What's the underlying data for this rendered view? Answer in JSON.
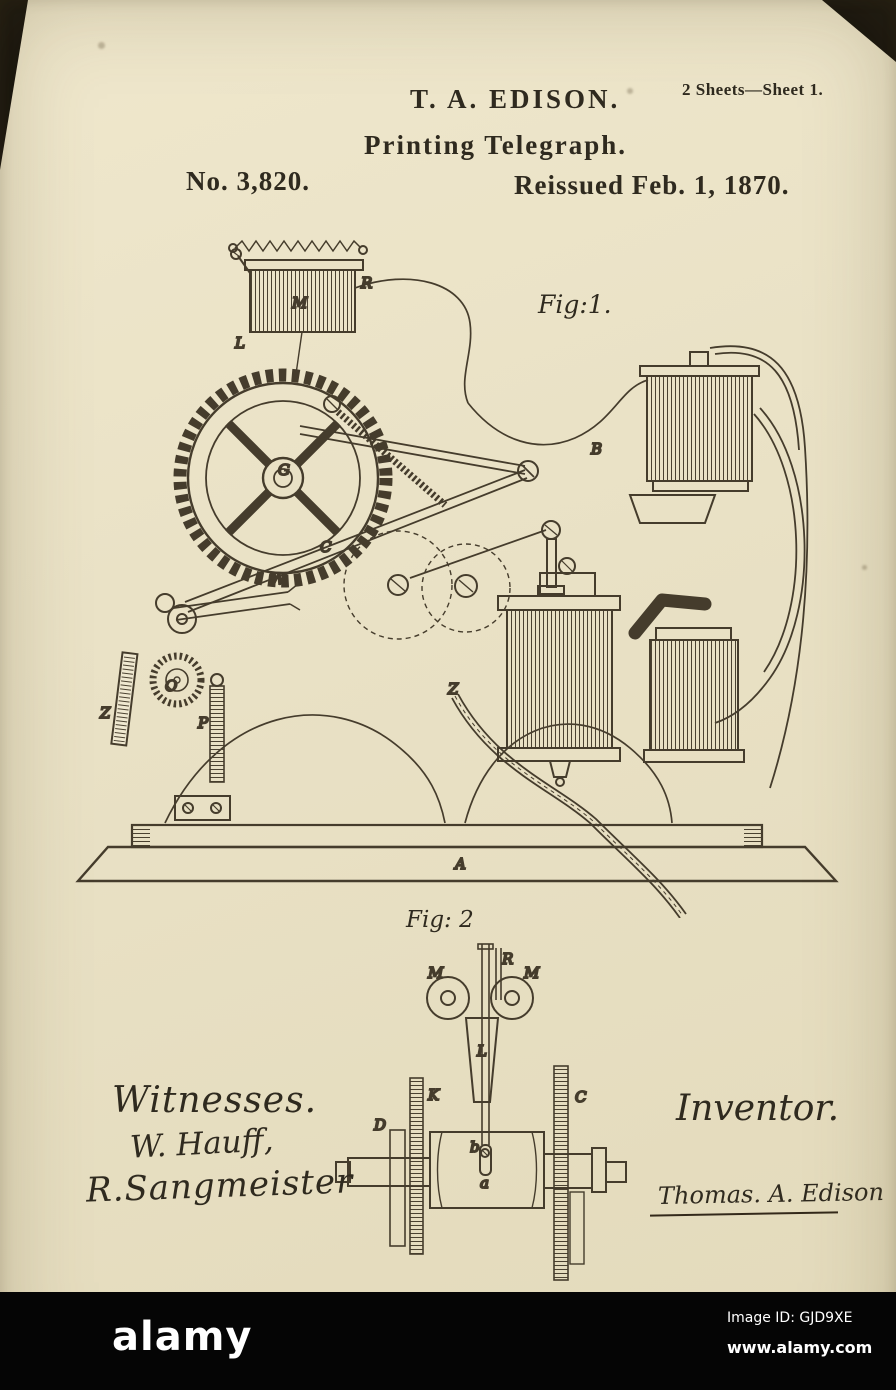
{
  "document": {
    "sheet_note": "2 Sheets—Sheet 1.",
    "author": "T. A. EDISON.",
    "title": "Printing Telegraph.",
    "patent_number": "No. 3,820.",
    "reissue_date": "Reissued Feb. 1, 1870."
  },
  "fig1": {
    "caption": "Fig:1.",
    "labels": {
      "A": "A",
      "B": "B",
      "C": "C",
      "G": "G",
      "L": "L",
      "M": "M",
      "O": "O",
      "P": "P",
      "R": "R",
      "W": "W",
      "Z": "Z",
      "Z2": "Z"
    }
  },
  "fig2": {
    "caption": "Fig: 2",
    "labels": {
      "M_left": "M",
      "R": "R",
      "M_right": "M",
      "L": "L",
      "K": "K",
      "C": "C",
      "D": "D",
      "a": "a",
      "b": "b"
    }
  },
  "witnesses": {
    "heading": "Witnesses.",
    "signature_1": "W. Hauff,",
    "signature_2": "R.Sangmeister"
  },
  "inventor": {
    "heading": "Inventor.",
    "signature": "Thomas. A. Edison"
  },
  "watermark": {
    "brand": "alamy",
    "image_id": "Image ID: GJD9XE",
    "website": "www.alamy.com"
  }
}
